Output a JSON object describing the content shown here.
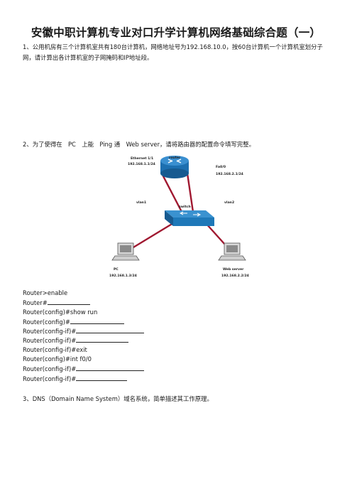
{
  "title": "安徽中职计算机专业对口升学计算机网络基础综合题（一）",
  "q1": "1、公用机房有三个计算机室共有180台计算机，网络地址号为192.168.10.0，按60台计算机一个计算机室划分子网，请计算出各计算机室的子网掩码和IP地址段。",
  "q2": "2、为了使得在　PC　上能　Ping 通　Web server，请将路由器的配置命令填写完整。",
  "diagram": {
    "router_label": "router",
    "router_left_port": "Ethernet 1/1",
    "router_left_ip": "192.168.1.1/24",
    "router_right_port": "Fa0/0",
    "router_right_ip": "192.168.2.1/24",
    "switch_label": "switch",
    "vlan1": "vlan1",
    "vlan2": "vlan2",
    "pc_label": "PC",
    "pc_ip": "192.168.1.3/24",
    "server_label": "Web server",
    "server_ip": "192.168.2.2/24"
  },
  "commands": [
    {
      "text": "Router>enable"
    },
    {
      "text": "Router#"
    },
    {
      "text": "Router(config)#show run"
    },
    {
      "text": "Router(config)#"
    },
    {
      "text": "Router(config-if)#"
    },
    {
      "text": "Router(config-if)#"
    },
    {
      "text": "Router(config-if)#exit"
    },
    {
      "text": "Router(config)#int f0/0"
    },
    {
      "text": "Router(config-if)#"
    },
    {
      "text": "Router(config-if)#"
    }
  ],
  "q3": "3、DNS（Domain Name System）域名系统，简单描述其工作原理。",
  "colors": {
    "link": "#a01830",
    "router": "#1d6fb0",
    "switch": "#1e78b8"
  }
}
